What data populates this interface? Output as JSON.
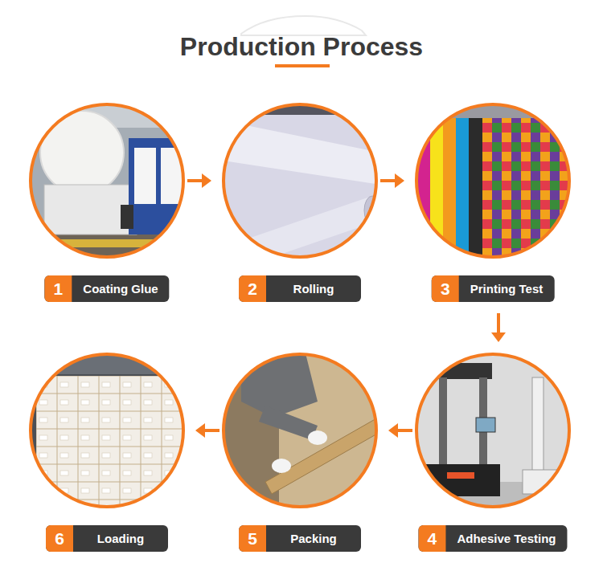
{
  "diagram": {
    "title": "Production Process",
    "nodes": [
      {
        "text": [
          "1",
          "Coating Glue"
        ]
      },
      {
        "text": [
          "2",
          "Rolling"
        ]
      },
      {
        "text": [
          "3",
          "Printing Test"
        ]
      },
      {
        "text": [
          "4",
          "Adhesive Testing"
        ]
      },
      {
        "text": [
          "5",
          "Packing"
        ]
      },
      {
        "text": [
          "6",
          "Loading"
        ]
      }
    ],
    "edges": [
      {
        "from": 0,
        "to": 1,
        "arrow": "to"
      },
      {
        "from": 1,
        "to": 2,
        "arrow": "to"
      },
      {
        "from": 2,
        "to": 3,
        "arrow": "to"
      },
      {
        "from": 3,
        "to": 4,
        "arrow": "to"
      },
      {
        "from": 4,
        "to": 5,
        "arrow": "to"
      }
    ]
  }
}
